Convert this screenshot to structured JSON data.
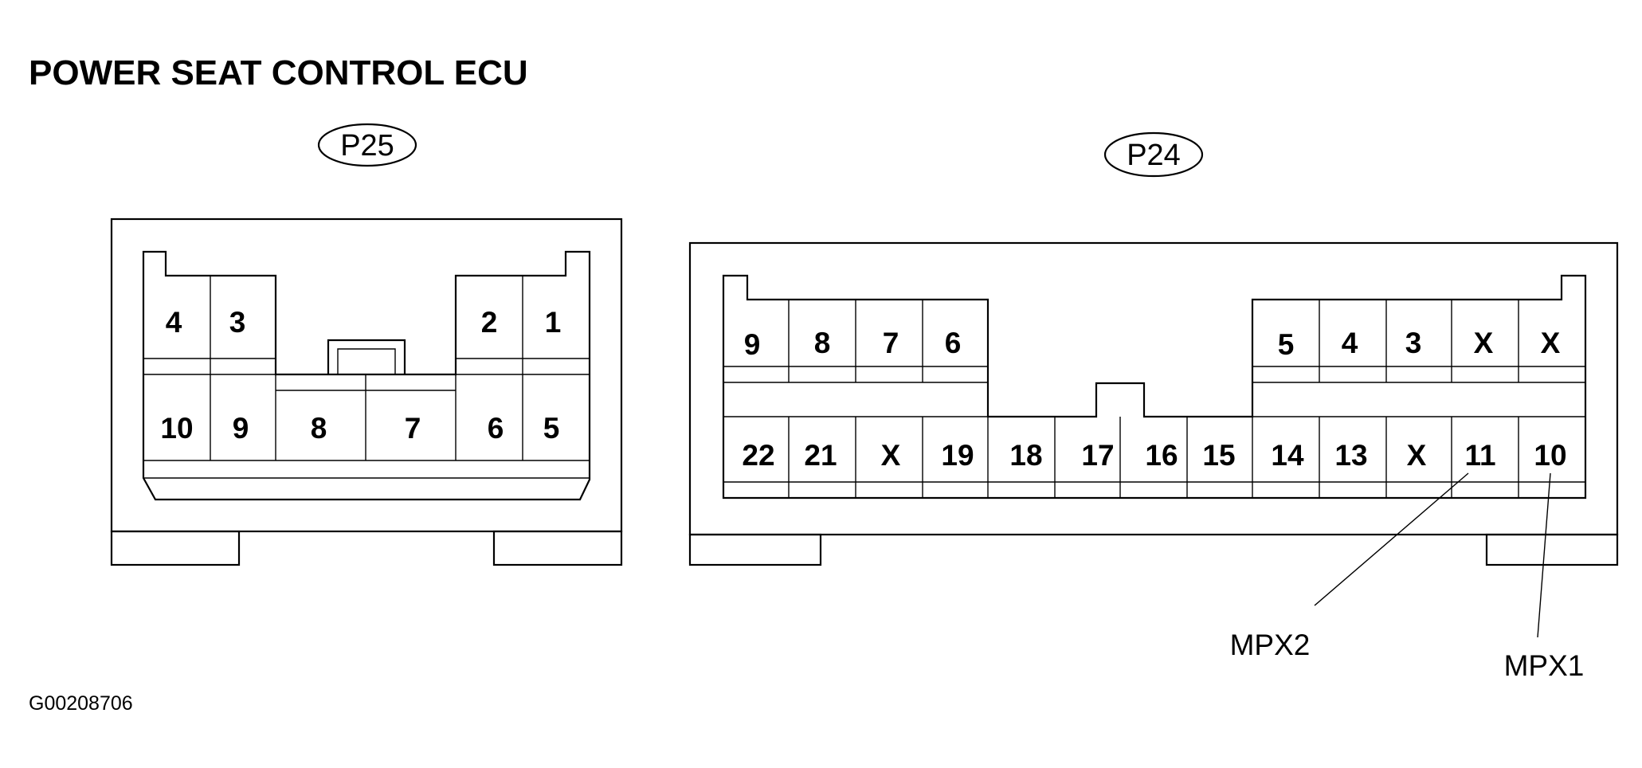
{
  "title": "POWER SEAT CONTROL ECU",
  "figure_code": "G00208706",
  "connectors": {
    "p25": {
      "tag": "P25",
      "pins": [
        "4",
        "3",
        "2",
        "1",
        "10",
        "9",
        "8",
        "7",
        "6",
        "5"
      ]
    },
    "p24": {
      "tag": "P24",
      "top_pins": [
        "9",
        "8",
        "7",
        "6",
        "5",
        "4",
        "3",
        "X",
        "X"
      ],
      "bottom_pins": [
        "22",
        "21",
        "X",
        "19",
        "18",
        "17",
        "16",
        "15",
        "14",
        "13",
        "X",
        "11",
        "10"
      ]
    }
  },
  "callouts": {
    "mpx2": "MPX2",
    "mpx1": "MPX1"
  }
}
